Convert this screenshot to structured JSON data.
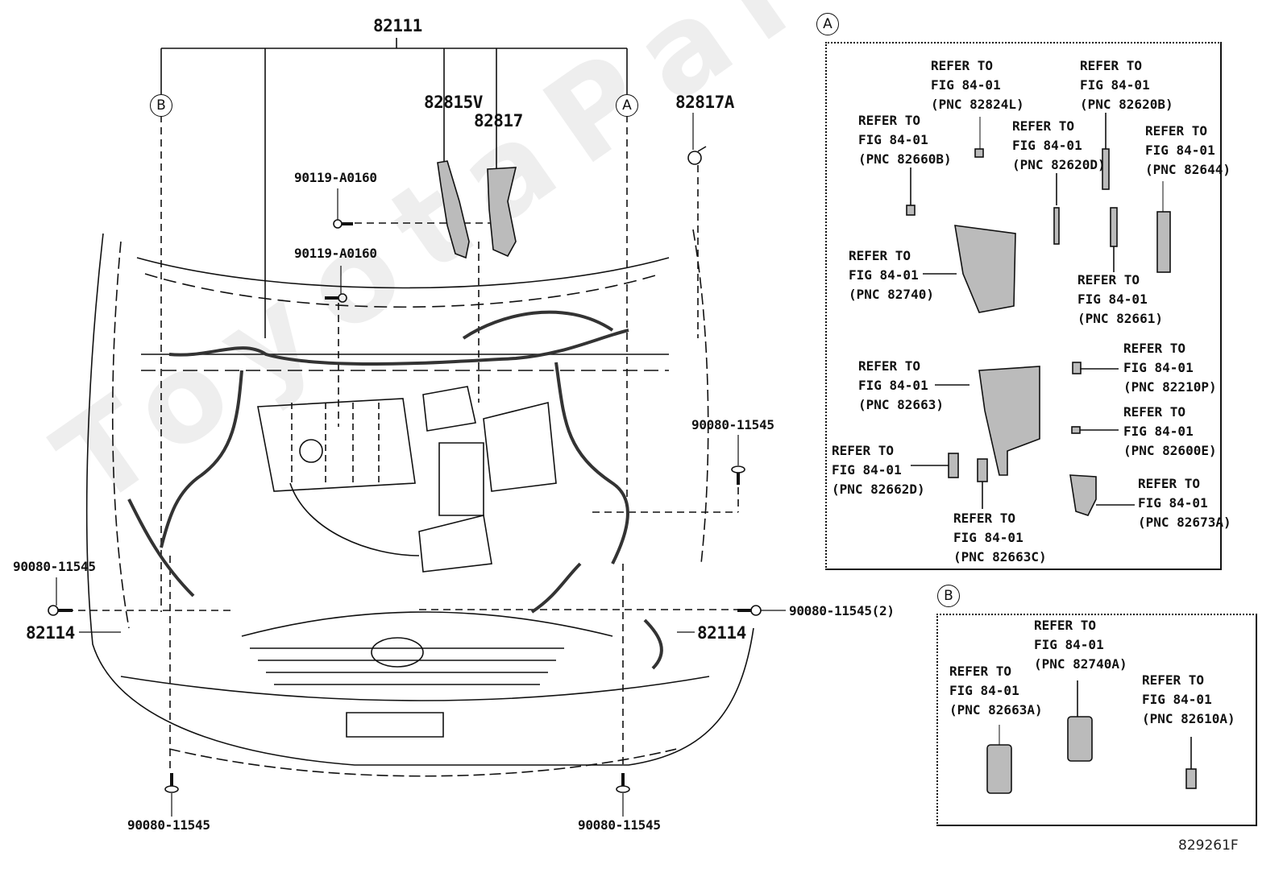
{
  "watermark": "ToyotaPartsMine.com",
  "figure_number": "829261F",
  "main_view": {
    "harness_label": "82111",
    "callouts": {
      "b_marker": "B",
      "a_marker": "A",
      "part_82815V": "82815V",
      "part_82817": "82817",
      "part_82817A": "82817A",
      "bolt_upper": "90119-A0160",
      "bolt_lower": "90119-A0160",
      "bolt_right_mid": "90080-11545",
      "bolt_left": "90080-11545",
      "connector_left": "82114",
      "connector_right": "82114",
      "bolt_right_pair": "90080-11545(2)",
      "bolt_bottom_left": "90080-11545",
      "bolt_bottom_right": "90080-11545"
    }
  },
  "detail_a": {
    "marker": "A",
    "items": [
      {
        "line1": "REFER TO",
        "line2": "FIG 84-01",
        "line3": "(PNC 82824L)"
      },
      {
        "line1": "REFER TO",
        "line2": "FIG 84-01",
        "line3": "(PNC 82620B)"
      },
      {
        "line1": "REFER TO",
        "line2": "FIG 84-01",
        "line3": "(PNC 82660B)"
      },
      {
        "line1": "REFER TO",
        "line2": "FIG 84-01",
        "line3": "(PNC 82620D)"
      },
      {
        "line1": "REFER TO",
        "line2": "FIG 84-01",
        "line3": "(PNC 82644)"
      },
      {
        "line1": "REFER TO",
        "line2": "FIG 84-01",
        "line3": "(PNC 82740)"
      },
      {
        "line1": "REFER TO",
        "line2": "FIG 84-01",
        "line3": "(PNC 82661)"
      },
      {
        "line1": "REFER TO",
        "line2": "FIG 84-01",
        "line3": "(PNC 82663)"
      },
      {
        "line1": "REFER TO",
        "line2": "FIG 84-01",
        "line3": "(PNC 82210P)"
      },
      {
        "line1": "REFER TO",
        "line2": "FIG 84-01",
        "line3": "(PNC 82600E)"
      },
      {
        "line1": "REFER TO",
        "line2": "FIG 84-01",
        "line3": "(PNC 82662D)"
      },
      {
        "line1": "REFER TO",
        "line2": "FIG 84-01",
        "line3": "(PNC 82673A)"
      },
      {
        "line1": "REFER TO",
        "line2": "FIG 84-01",
        "line3": "(PNC 82663C)"
      }
    ]
  },
  "detail_b": {
    "marker": "B",
    "items": [
      {
        "line1": "REFER TO",
        "line2": "FIG 84-01",
        "line3": "(PNC 82740A)"
      },
      {
        "line1": "REFER TO",
        "line2": "FIG 84-01",
        "line3": "(PNC 82663A)"
      },
      {
        "line1": "REFER TO",
        "line2": "FIG 84-01",
        "line3": "(PNC 82610A)"
      }
    ]
  }
}
